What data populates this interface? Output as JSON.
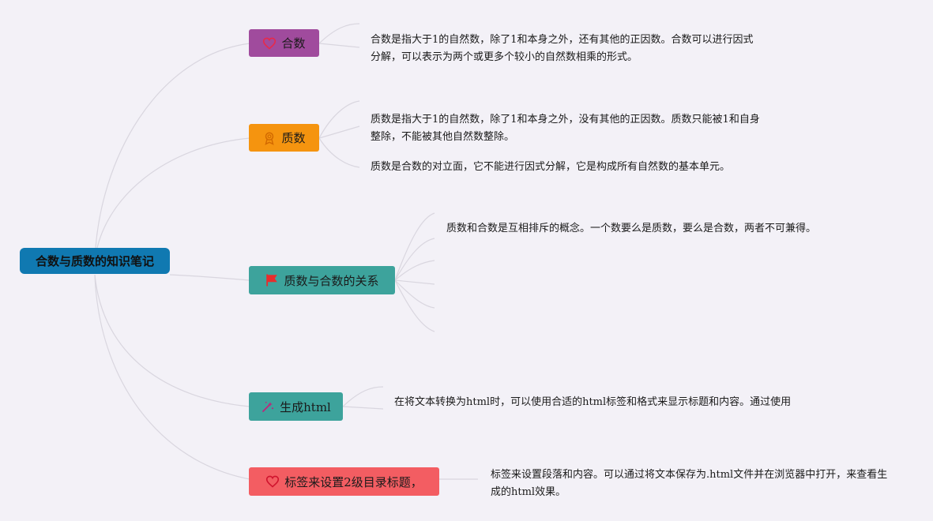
{
  "root": {
    "label": "合数与质数的知识笔记"
  },
  "branches": [
    {
      "label": "合数",
      "icon": "heart-icon",
      "color": "#a04b9d",
      "notes": [
        "合数是指大于1的自然数，除了1和本身之外，还有其他的正因数。合数可以进行因式分解，可以表示为两个或更多个较小的自然数相乘的形式。"
      ]
    },
    {
      "label": "质数",
      "icon": "award-icon",
      "color": "#f5940f",
      "notes": [
        "质数是指大于1的自然数，除了1和本身之外，没有其他的正因数。质数只能被1和自身整除，不能被其他自然数整除。",
        "质数是合数的对立面，它不能进行因式分解，它是构成所有自然数的基本单元。"
      ]
    },
    {
      "label": "质数与合数的关系",
      "icon": "flag-icon",
      "color": "#3da39c",
      "notes": [
        "质数和合数是互相排斥的概念。一个数要么是质数，要么是合数，两者不可兼得。"
      ]
    },
    {
      "label": "生成html",
      "icon": "magic-wand-icon",
      "color": "#3da39c",
      "notes": [
        "在将文本转换为html时，可以使用合适的html标签和格式来显示标题和内容。通过使用"
      ]
    },
    {
      "label": "标签来设置2级目录标题，",
      "icon": "heart-icon",
      "color": "#f35d62",
      "notes": [
        "标签来设置段落和内容。可以通过将文本保存为.html文件并在浏览器中打开，来查看生成的html效果。"
      ]
    }
  ],
  "colors": {
    "root": "#1079b1",
    "link": "#d9d6df",
    "background": "#f3f1f7"
  }
}
